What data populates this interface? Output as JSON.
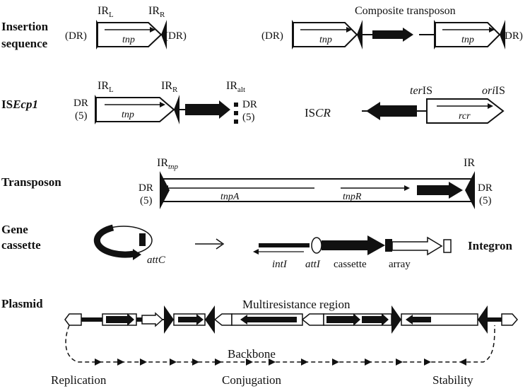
{
  "rows": {
    "insertion_sequence": {
      "label_line1": "Insertion",
      "label_line2": "sequence"
    },
    "isecp1": {
      "label_prefix": "IS",
      "label_suffix": "Ecp1"
    },
    "transposon": {
      "label": "Transposon"
    },
    "gene_cassette": {
      "label_line1": "Gene",
      "label_line2": "cassette"
    },
    "plasmid": {
      "label": "Plasmid"
    }
  },
  "is_element": {
    "ir_left": "IR",
    "ir_left_sub": "L",
    "ir_right": "IR",
    "ir_right_sub": "R",
    "dr_left": "(DR)",
    "dr_right": "(DR)",
    "gene": "tnp"
  },
  "composite_transposon": {
    "title": "Composite transposon",
    "dr_left": "(DR)",
    "dr_right": "(DR)",
    "gene_left": "tnp",
    "gene_right": "tnp"
  },
  "isecp1_element": {
    "ir_left": "IR",
    "ir_left_sub": "L",
    "ir_right": "IR",
    "ir_right_sub": "R",
    "ir_alt": "IR",
    "ir_alt_sub": "alt",
    "dr_left": "DR",
    "dr_left_n": "(5)",
    "dr_right": "DR",
    "dr_right_n": "(5)",
    "gene": "tnp"
  },
  "iscr_element": {
    "label_prefix": "IS",
    "label_suffix": "CR",
    "ter_prefix": "ter",
    "ter_suffix": "IS",
    "ori_prefix": "ori",
    "ori_suffix": "IS",
    "gene": "rcr"
  },
  "transposon_element": {
    "ir_left": "IR",
    "ir_left_sub": "tnp",
    "ir_right": "IR",
    "dr_left": "DR",
    "dr_left_n": "(5)",
    "dr_right": "DR",
    "dr_right_n": "(5)",
    "gene_a": "tnpA",
    "gene_r": "tnpR"
  },
  "cassette_element": {
    "att_c": "attC",
    "int_i": "intI",
    "att_i": "attI",
    "cassette": "cassette",
    "array": "array",
    "integron": "Integron"
  },
  "plasmid_element": {
    "multiresistance": "Multiresistance region",
    "backbone": "Backbone",
    "replication": "Replication",
    "conjugation": "Conjugation",
    "stability": "Stability"
  }
}
